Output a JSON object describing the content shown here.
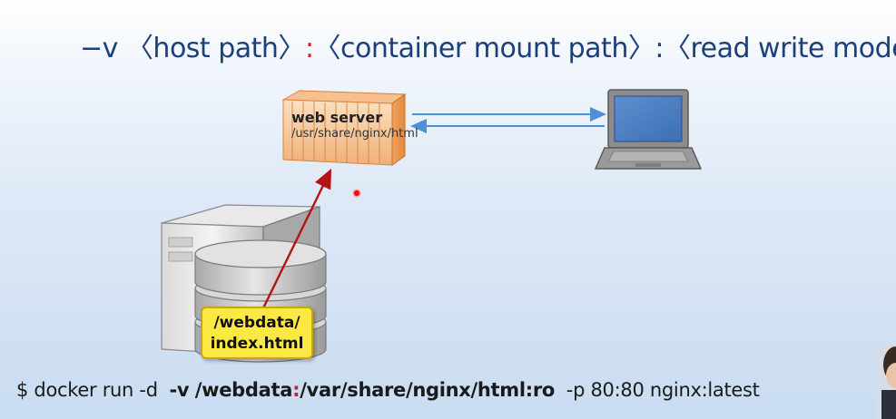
{
  "title": {
    "flag": "−v",
    "host_path": "〈host path〉",
    "sep1": ":",
    "container_path": "〈container mount path〉",
    "sep2": ":",
    "mode": "〈read write mode〉"
  },
  "container": {
    "title": "web server",
    "path": "/usr/share/nginx/html"
  },
  "host_file": {
    "line1": "/webdata/",
    "line2": "index.html"
  },
  "command": {
    "prefix": "$ docker run -d",
    "flag": "-v",
    "host": "/webdata",
    "colon": ":",
    "target": "/var/share/nginx/html:ro",
    "suffix": "-p 80:80 nginx:latest"
  },
  "colors": {
    "title_blue": "#1b3f7a",
    "separator_red": "#d21f1f",
    "arrow_blue": "#4f8fd6",
    "arrow_red": "#b51313",
    "file_yellow": "#fbe843",
    "container_orange": "#f2a255"
  },
  "icons": [
    "container-icon",
    "laptop-icon",
    "server-icon",
    "database-icon"
  ]
}
